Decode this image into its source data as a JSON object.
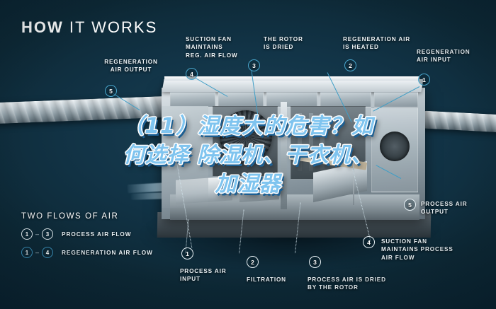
{
  "page": {
    "title_bold": "HOW",
    "title_light": "IT WORKS",
    "background_color": "#0c2836",
    "accent_color": "#4aa8cf",
    "overlay_text_color": "#7fc4ef"
  },
  "overlay": {
    "line1": "（11）湿度大的危害？如",
    "line2": "何选择 除湿机、干衣机、",
    "line3": "加湿器"
  },
  "callouts": {
    "regeneration_air_output": {
      "num": "5",
      "line1": "REGENERATION",
      "line2": "AIR OUTPUT"
    },
    "suction_fan_reg": {
      "num": "4",
      "line1": "SUCTION FAN",
      "line2": "MAINTAINS",
      "line3": "REG. AIR FLOW"
    },
    "rotor_is_dried": {
      "num": "3",
      "line1": "THE ROTOR",
      "line2": "IS DRIED"
    },
    "regeneration_air_heated": {
      "num": "2",
      "line1": "REGENERATION AIR",
      "line2": "IS HEATED"
    },
    "regeneration_air_input": {
      "num": "1",
      "line1": "REGENERATION",
      "line2": "AIR INPUT"
    },
    "process_air_output": {
      "num": "5",
      "line1": "PROCESS AIR",
      "line2": "OUTPUT"
    },
    "suction_fan_process": {
      "num": "4",
      "line1": "SUCTION FAN",
      "line2": "MAINTAINS PROCESS",
      "line3": "AIR FLOW"
    },
    "process_air_input": {
      "num": "1",
      "line1": "PROCESS AIR",
      "line2": "INPUT"
    },
    "filtration": {
      "num": "2",
      "line1": "FILTRATION"
    },
    "process_air_dried": {
      "num": "3",
      "line1": "PROCESS AIR IS DRIED",
      "line2": "BY THE ROTOR"
    }
  },
  "legend": {
    "title": "TWO FLOWS OF AIR",
    "rows": [
      {
        "from": "1",
        "dash": "–",
        "to": "3",
        "label": "PROCESS AIR FLOW",
        "style": "white"
      },
      {
        "from": "1",
        "dash": "–",
        "to": "4",
        "label": "REGENERATION AIR FLOW",
        "style": "blue"
      }
    ]
  }
}
